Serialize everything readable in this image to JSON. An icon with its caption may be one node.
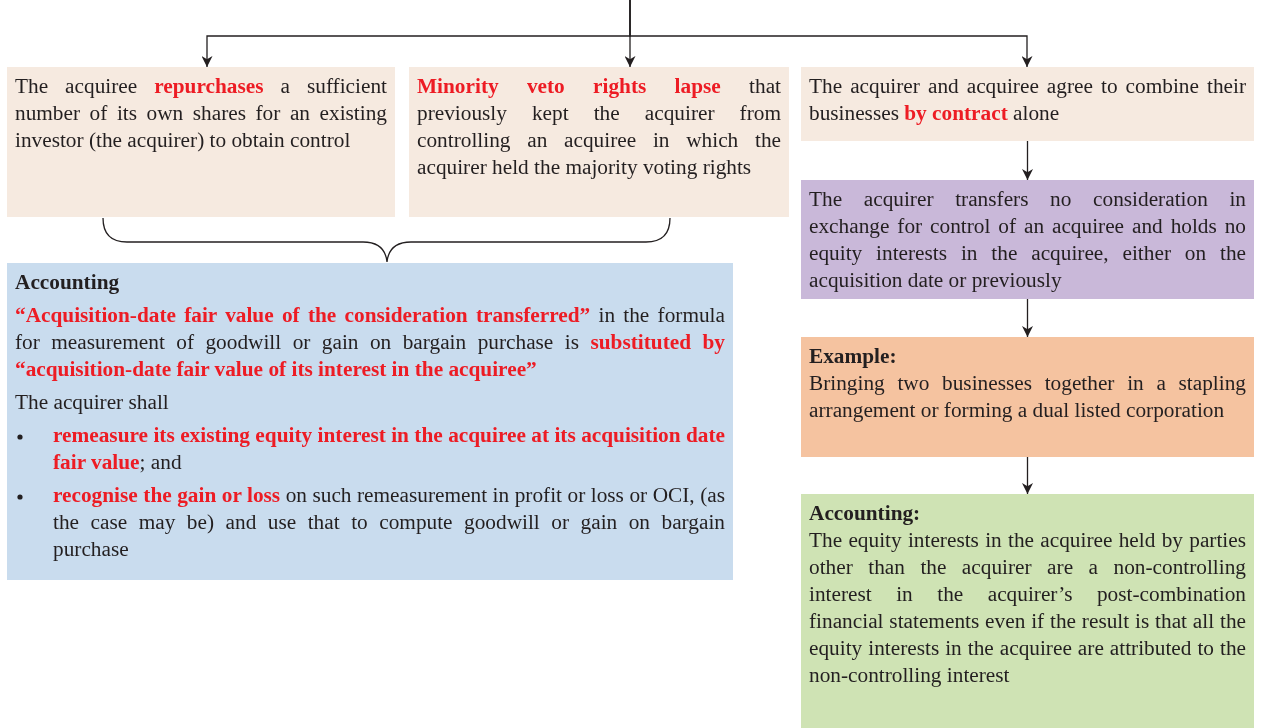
{
  "diagram": {
    "nodes": [
      {
        "text": [
          "The acquiree **repurchases** a sufficient number of its own shares for an existing investor (the acquirer) to obtain control"
        ]
      },
      {
        "text": [
          "**Minority veto rights lapse** that previously kept the acquirer from controlling an acquiree in which the acquirer held the majority voting rights"
        ]
      },
      {
        "text": [
          "The acquirer and acquiree agree to combine their businesses **by contract** alone"
        ]
      },
      {
        "text": [
          "The acquirer transfers no consideration in exchange for control of an acquiree and holds no equity interests in the acquiree, either on the acquisition date or previously"
        ]
      },
      {
        "text": [
          "Example:",
          "Bringing two businesses together in a stapling arrangement or forming a dual listed corporation"
        ]
      },
      {
        "text": [
          "Accounting:",
          "The equity interests in the acquiree held by parties other than the acquirer are a non-controlling interest in the acquirer’s post-combination financial statements even if the result is that all the equity interests in the acquiree are attributed to the non-controlling interest"
        ]
      },
      {
        "text": [
          "Accounting",
          "**“Acquisition-date fair value of the consideration transferred”** in the formula for measurement of goodwill or gain on bargain purchase is **substituted by “acquisition-date fair value of its interest in the acquiree”**",
          "The acquirer shall",
          "**remeasure its existing equity interest in the acquiree at its acquisition date fair value**; and",
          "**recognise the gain or loss** on such remeasurement in profit or loss or OCI, (as the case may be) and use that to compute goodwill or gain on bargain purchase"
        ]
      }
    ],
    "edges": [
      {
        "from": null,
        "to": 0,
        "arrow": "to"
      },
      {
        "from": null,
        "to": 1,
        "arrow": "to"
      },
      {
        "from": null,
        "to": 2,
        "arrow": "to"
      },
      {
        "from": 2,
        "to": 3,
        "arrow": "to"
      },
      {
        "from": 3,
        "to": 4,
        "arrow": "to"
      },
      {
        "from": 4,
        "to": 5,
        "arrow": "to"
      }
    ]
  }
}
